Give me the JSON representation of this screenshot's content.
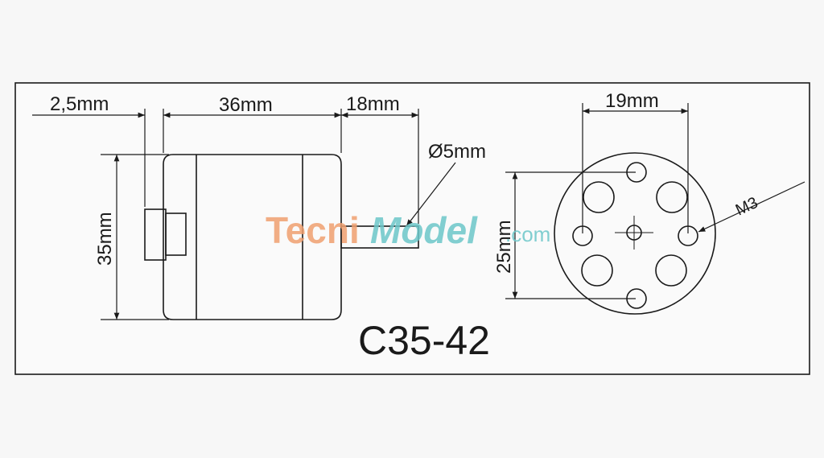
{
  "drawing": {
    "dimensions": {
      "flange": "2,5mm",
      "body_length": "36mm",
      "shaft_length": "18mm",
      "shaft_diameter": "Ø5mm",
      "body_diameter": "35mm",
      "hole_spacing_h": "19mm",
      "hole_spacing_v": "25mm",
      "thread": "M3"
    },
    "model": "C35-42"
  },
  "watermark": {
    "part1": "Tecni",
    "part2": "Model",
    "part3": ".com"
  },
  "colors": {
    "line": "#1a1a1a",
    "background": "#f7f7f7",
    "frame_fill": "#fafafa",
    "watermark_orange": "#f0a070",
    "watermark_teal": "#6cc7c9"
  }
}
